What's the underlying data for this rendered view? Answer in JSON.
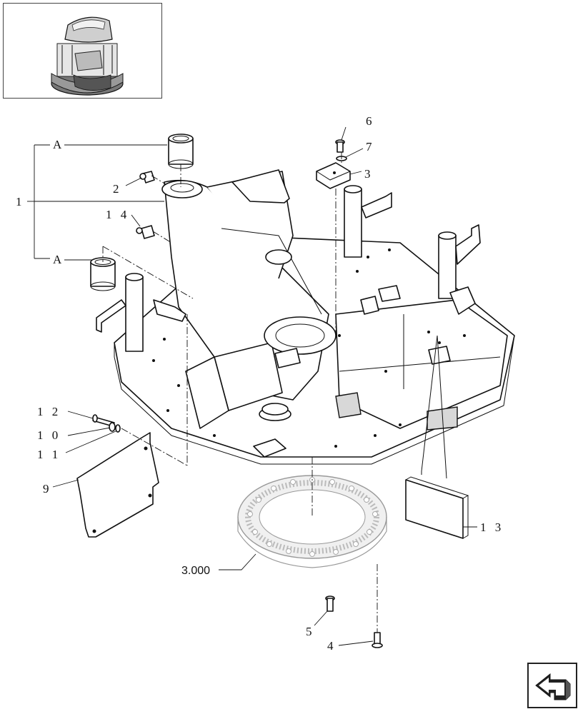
{
  "thumbnail": {
    "icon": "machine-overview-icon"
  },
  "navigation": {
    "icon": "return-arrow-icon"
  },
  "callouts": {
    "c1": "1",
    "c2": "2",
    "c3": "3",
    "c4": "4",
    "c5": "5",
    "c6": "6",
    "c7": "7",
    "c9": "9",
    "c10": "1 0",
    "c11": "1 1",
    "c12": "1 2",
    "c13": "1 3",
    "c14": "1 4",
    "a_top": "A",
    "a_bottom": "A",
    "ref": "3.000"
  }
}
